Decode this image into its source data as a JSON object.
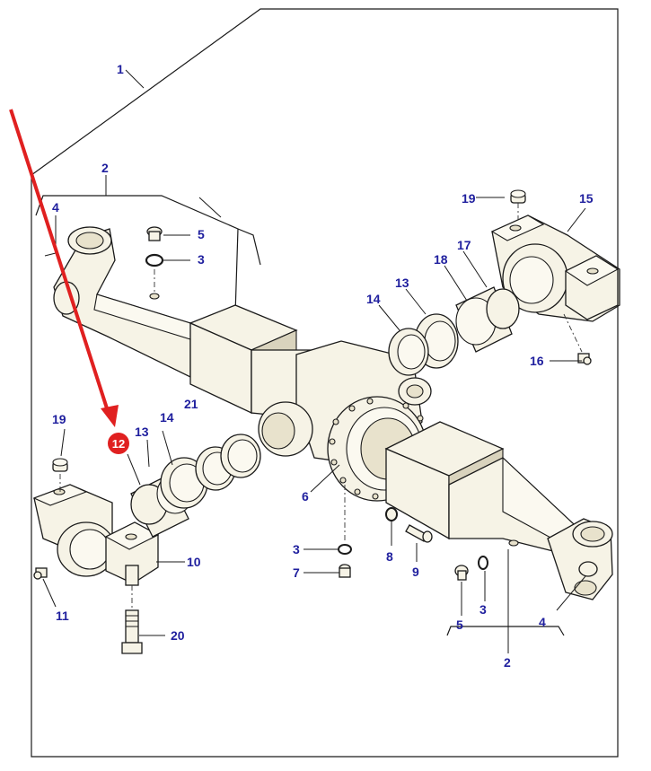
{
  "colors": {
    "callout_text": "#1f1f9e",
    "highlight": "#e02020",
    "line": "#1a1a1a",
    "part_fill": "#f6f3e6"
  },
  "callouts": {
    "c1": "1",
    "c2_top": "2",
    "c2_bottom": "2",
    "c3_top": "3",
    "c3_mid": "3",
    "c3_right": "3",
    "c4_left": "4",
    "c4_right": "4",
    "c5_top": "5",
    "c5_bottom": "5",
    "c6": "6",
    "c7": "7",
    "c8": "8",
    "c9": "9",
    "c10": "10",
    "c11": "11",
    "c13_left": "13",
    "c13_right": "13",
    "c14_left": "14",
    "c14_right": "14",
    "c15": "15",
    "c16": "16",
    "c17": "17",
    "c18": "18",
    "c19_left": "19",
    "c19_right": "19",
    "c20": "20",
    "c21": "21"
  },
  "highlight_badge": {
    "label": "12"
  },
  "icons": {
    "pointer": "red-arrow-icon"
  }
}
